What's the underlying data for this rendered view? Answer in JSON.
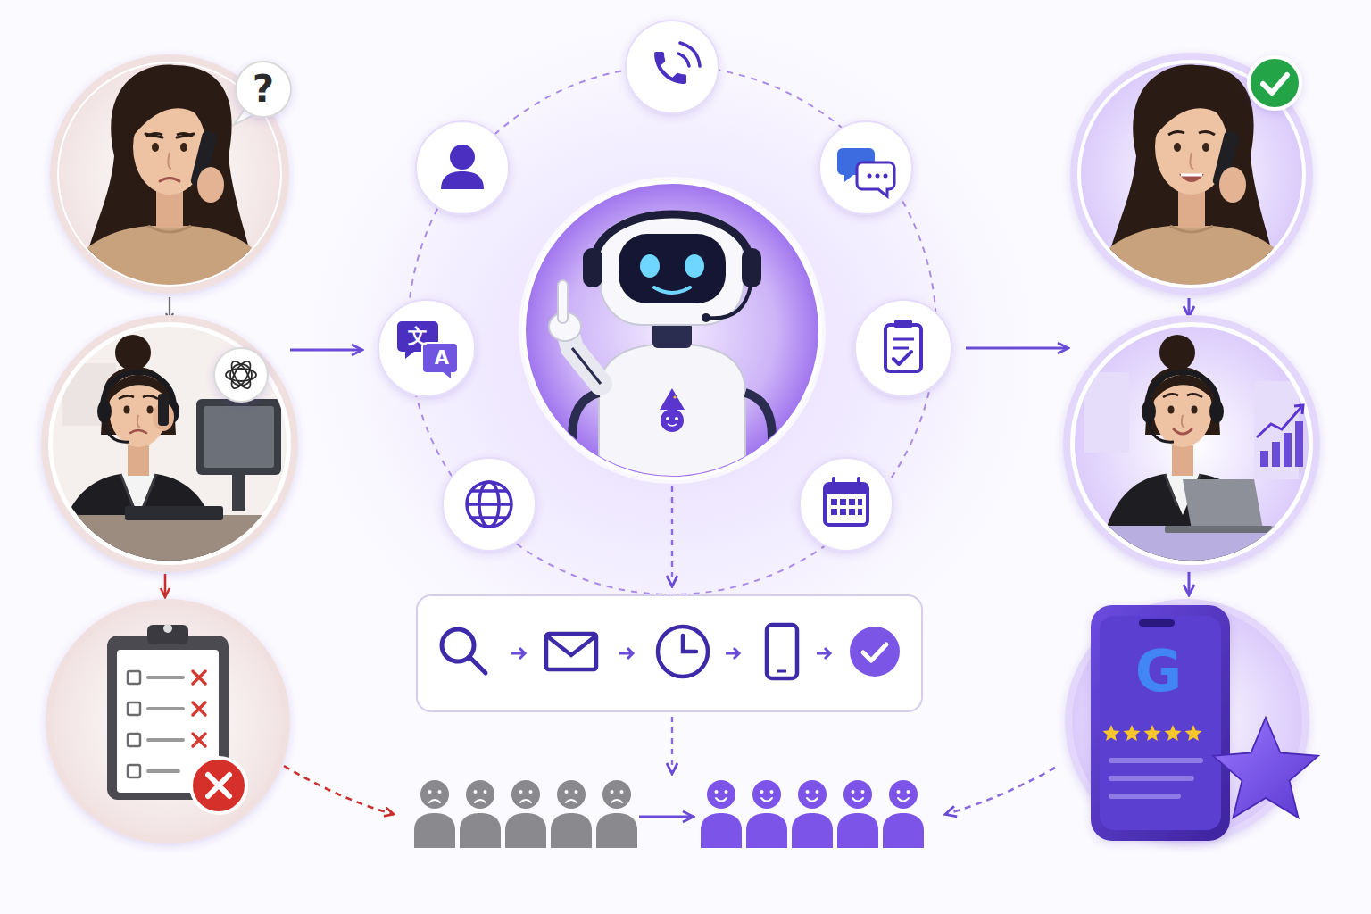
{
  "diagram": {
    "labels": [
      "?",
      "文",
      "A",
      "G"
    ]
  }
}
